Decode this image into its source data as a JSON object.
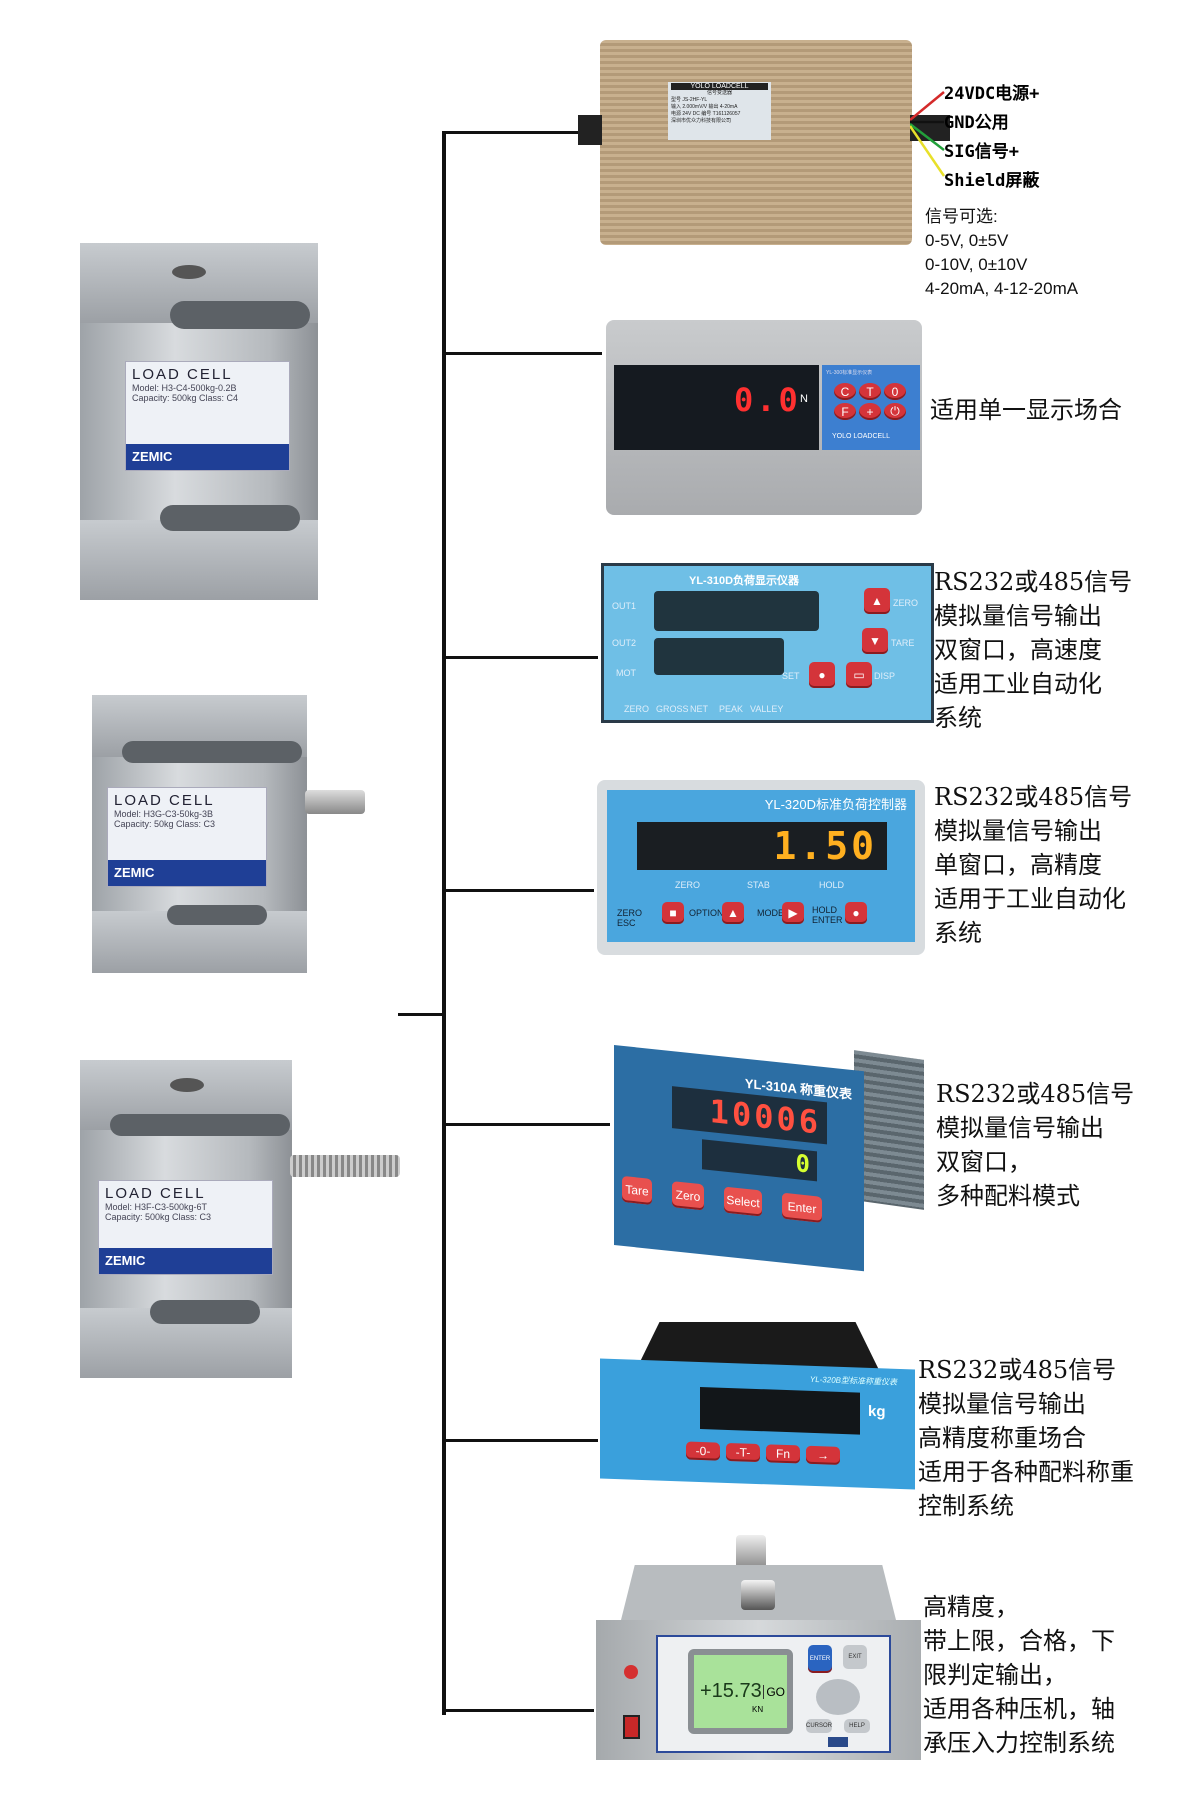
{
  "load_cells": [
    {
      "title": "LOAD   CELL",
      "model": "Model: H3-C4-500kg-0.2B",
      "capacity": "Capacity: 500kg   Class: C4",
      "brand": "ZEMIC"
    },
    {
      "title": "LOAD     CELL",
      "model": "Model: H3G-C3-50kg-3B",
      "capacity": "Capacity: 50kg   Class: C3",
      "brand": "ZEMIC"
    },
    {
      "title": "LOAD     CELL",
      "model": "Model: H3F-C3-500kg-6T",
      "capacity": "Capacity: 500kg   Class: C3",
      "brand": "ZEMIC"
    }
  ],
  "transmitter": {
    "label_brand": "YOLO LOADCELL",
    "label_title": "信号变送器",
    "label_model": "型号  JS-2HF-YL",
    "label_io": "输入 2.000mV/V 输出 4-20mA",
    "label_power": "电源 24V DC  编号 T161126057",
    "label_company": "深圳市优众力科技有限公司",
    "wires": [
      {
        "label": "24VDC电源+",
        "color": "#d42a2a"
      },
      {
        "label": "GND公用",
        "color": "#111111"
      },
      {
        "label": "SIG信号+",
        "color": "#22a03a"
      },
      {
        "label": "Shield屏蔽",
        "color": "#e8e02a"
      }
    ],
    "options_title": "信号可选:",
    "options": [
      "0-5V, 0±5V",
      "0-10V, 0±10V",
      "4-20mA, 4-12-20mA"
    ]
  },
  "devices": [
    {
      "model": "YL-300标准显示仪表",
      "display": "0.0",
      "unit": "N",
      "brand": "YOLO LOADCELL",
      "keys": [
        "C",
        "T",
        "0",
        "F",
        "+",
        "⏻"
      ],
      "desc": [
        "适用单一显示场合"
      ]
    },
    {
      "model": "YL-310D负荷显示仪器",
      "indicators": [
        "OUT1",
        "OUT2",
        "MOT"
      ],
      "bottom": [
        "ZERO",
        "GROSS",
        "NET",
        "PEAK",
        "VALLEY"
      ],
      "keys": [
        "ZERO",
        "TARE",
        "SET",
        "DISP"
      ],
      "desc": [
        "RS232或485信号",
        "模拟量信号输出",
        "双窗口，高速度",
        "适用工业自动化",
        "系统"
      ]
    },
    {
      "model": "YL-320D标准负荷控制器",
      "display": "1.50",
      "indicators": [
        "ZERO",
        "STAB",
        "HOLD"
      ],
      "keys": [
        "ZERO ESC",
        "OPTION",
        "MODE",
        "HOLD ENTER"
      ],
      "desc": [
        "RS232或485信号",
        "模拟量信号输出",
        "单窗口，高精度",
        "适用于工业自动化",
        "系统"
      ]
    },
    {
      "model": "YL-310A 称重仪表",
      "display": "10006",
      "display2": "0",
      "keys": [
        "Tare",
        "Zero",
        "Select",
        "Enter"
      ],
      "desc": [
        "RS232或485信号",
        "模拟量信号输出",
        "双窗口，",
        "多种配料模式"
      ]
    },
    {
      "model": "YL-320B型标准称重仪表",
      "unit": "kg",
      "keys": [
        "-0-",
        "-T-",
        "Fn",
        "→"
      ],
      "desc": [
        "RS232或485信号",
        "模拟量信号输出",
        "高精度称重场合",
        "适用于各种配料称重",
        "控制系统"
      ]
    },
    {
      "display": "+15.73",
      "unit": "KN",
      "status": "GO",
      "keys": [
        "ENTER",
        "EXIT",
        "CURSOR",
        "HELP"
      ],
      "desc": [
        "高精度，",
        "带上限，合格，下",
        "限判定输出，",
        "适用各种压机，轴",
        "承压入力控制系统"
      ]
    }
  ]
}
